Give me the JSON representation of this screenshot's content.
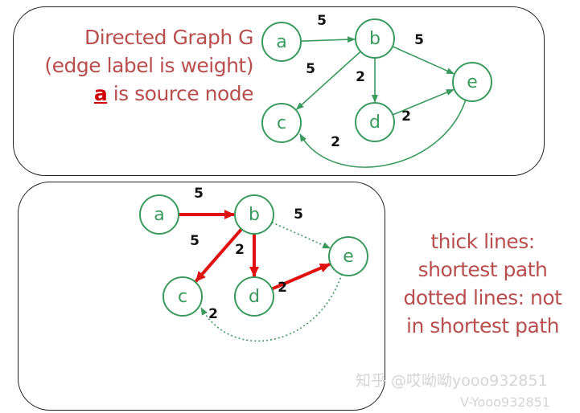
{
  "top_panel": {
    "title_line1": "Directed Graph G",
    "title_line2": "(edge label is weight)",
    "source_node": "a",
    "source_suffix": " is source node"
  },
  "bottom_panel": {
    "legend_lines": [
      "thick lines:",
      "shortest path",
      "dotted lines: not",
      "in shortest path"
    ]
  },
  "colors": {
    "node": "#3a9a5e",
    "shortest_path": "#e01010",
    "text": "#b84e4e"
  },
  "graph": {
    "nodes": [
      "a",
      "b",
      "c",
      "d",
      "e"
    ],
    "edges": [
      {
        "from": "a",
        "to": "b",
        "weight": "5",
        "shortest": true
      },
      {
        "from": "b",
        "to": "e",
        "weight": "5",
        "shortest": false
      },
      {
        "from": "b",
        "to": "c",
        "weight": "5",
        "shortest": true
      },
      {
        "from": "b",
        "to": "d",
        "weight": "2",
        "shortest": true
      },
      {
        "from": "d",
        "to": "e",
        "weight": "2",
        "shortest": true
      },
      {
        "from": "e",
        "to": "c",
        "weight": "2",
        "shortest": false
      }
    ]
  },
  "watermark": {
    "line1": "知乎 @哎呦呦yooo932851",
    "line2": "V-Yooo932851"
  }
}
